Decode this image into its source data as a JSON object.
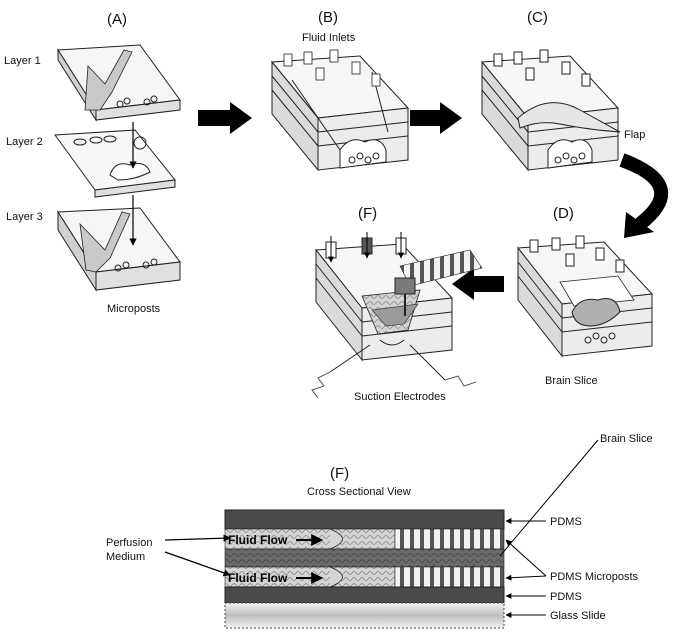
{
  "panels": {
    "a": "(A)",
    "b": "(B)",
    "c": "(C)",
    "d": "(D)",
    "f_top": "(F)",
    "f_bottom": "(F)"
  },
  "labels": {
    "layer1": "Layer 1",
    "layer2": "Layer 2",
    "layer3": "Layer 3",
    "microposts": "Microposts",
    "fluid_inlets": "Fluid Inlets",
    "flap": "Flap",
    "brain_slice_d": "Brain Slice",
    "suction_electrodes": "Suction Electrodes"
  },
  "cross_section": {
    "title": "Cross Sectional View",
    "brain_slice": "Brain Slice",
    "perfusion_1": "Perfusion",
    "perfusion_2": "Medium",
    "fluid_flow_top": "Fluid Flow",
    "fluid_flow_bottom": "Fluid Flow",
    "pdms_top": "PDMS",
    "pdms_microposts": "PDMS Microposts",
    "pdms_bottom": "PDMS",
    "glass_slide": "Glass Slide"
  }
}
